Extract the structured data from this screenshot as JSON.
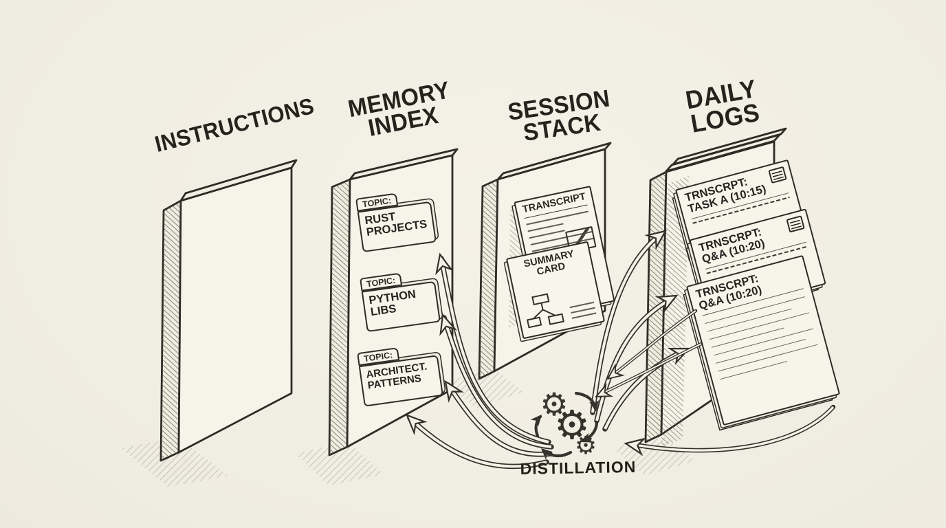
{
  "palette": {
    "paper": "#f1eee3",
    "ink": "#2e2c26",
    "card": "#f7f4ea",
    "pencil": "#8e8a7e"
  },
  "titles": {
    "instructions": "INSTRUCTIONS",
    "memory_index": "MEMORY INDEX",
    "session_stack": "SESSION STACK",
    "daily_logs": "DAILY LOGS"
  },
  "memory_index": {
    "folders": [
      {
        "tab": "TOPIC:",
        "label": "RUST PROJECTS"
      },
      {
        "tab": "TOPIC:",
        "label": "PYTHON LIBS"
      },
      {
        "tab": "TOPIC:",
        "label": "ARCHITECT. PATTERNS"
      }
    ]
  },
  "session_stack": {
    "cards": [
      {
        "label": "TRANSCRIPT"
      },
      {
        "label": "SUMMARY CARD"
      }
    ]
  },
  "daily_logs": {
    "cards": [
      {
        "title": "TRNSCRPT:",
        "subtitle": "TASK A (10:15)"
      },
      {
        "title": "TRNSCRPT:",
        "subtitle": "Q&A (10:20)"
      },
      {
        "title": "TRNSCRPT:",
        "subtitle": "Q&A (10:20)"
      }
    ]
  },
  "process": {
    "label": "DISTILLATION"
  },
  "icons": {
    "gear-icon": "⚙",
    "document-icon": "lined-page"
  }
}
